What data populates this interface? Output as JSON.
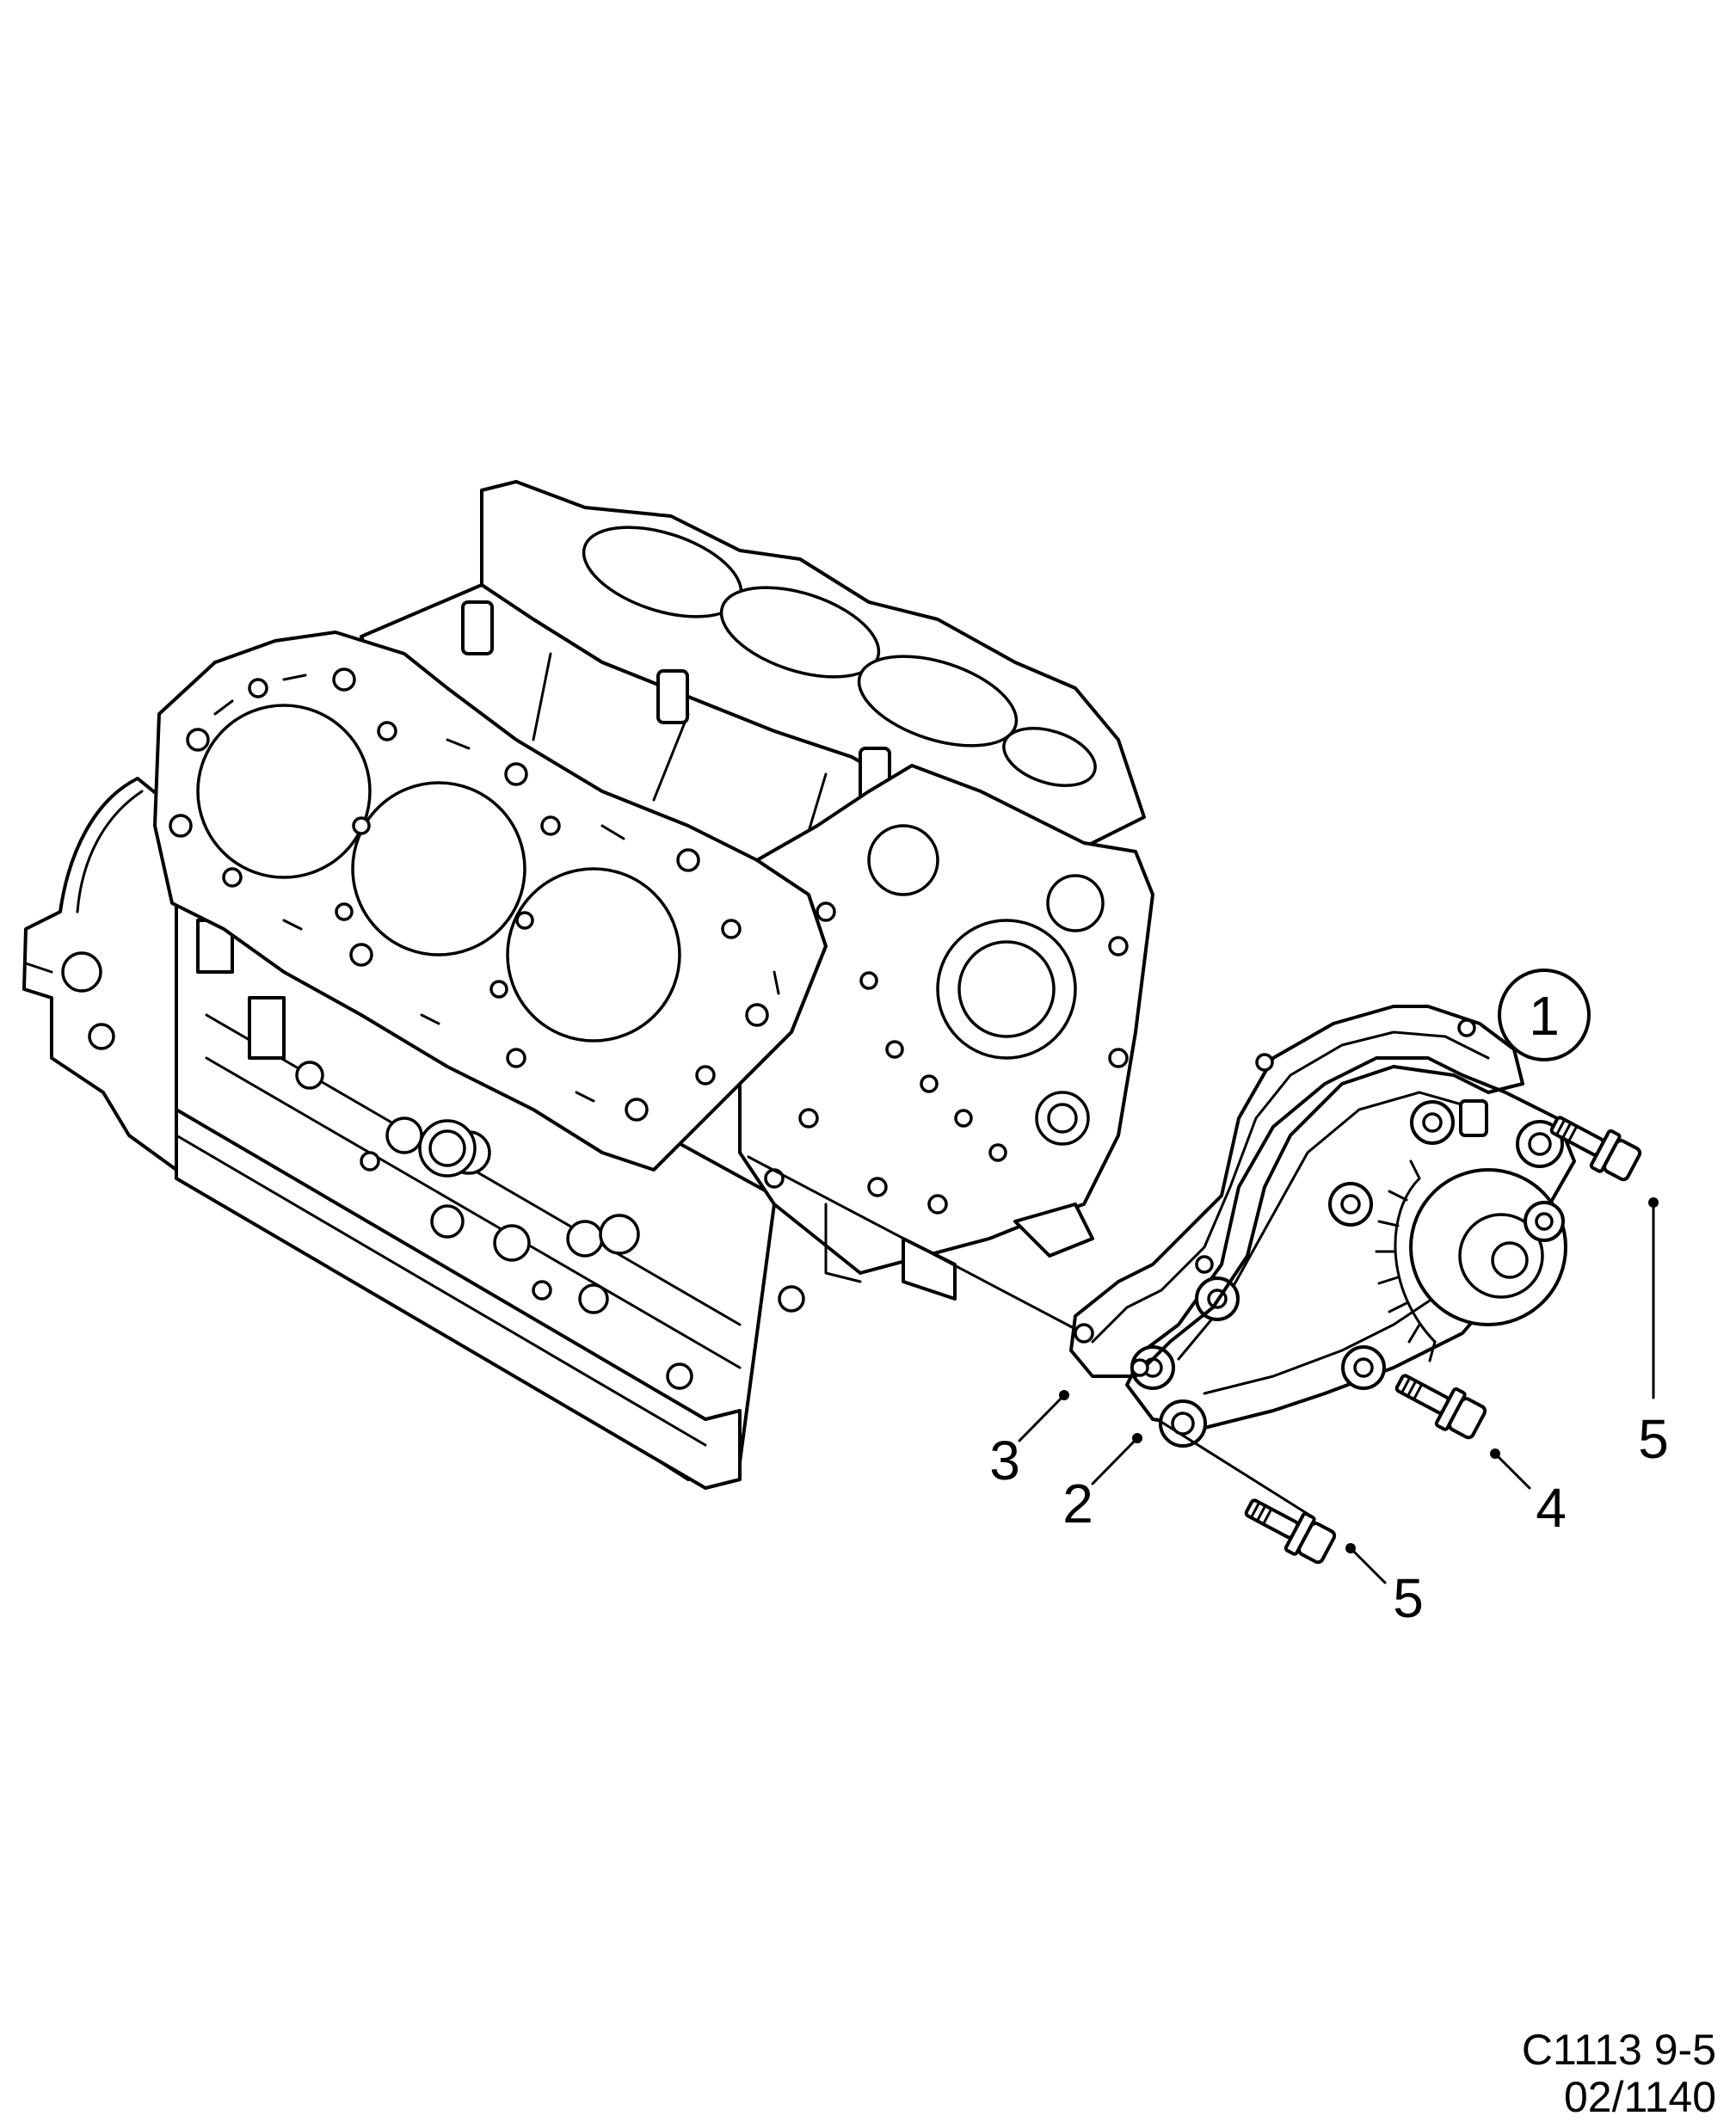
{
  "diagram": {
    "assembly_callout": "1",
    "parts": [
      {
        "id": "cylinder-block"
      },
      {
        "id": "water-pump"
      },
      {
        "id": "gasket"
      },
      {
        "id": "bolt-upper-right"
      },
      {
        "id": "bolt-middle"
      },
      {
        "id": "bolt-lower"
      }
    ],
    "callouts": {
      "c2": "2",
      "c3": "3",
      "c4": "4",
      "c5_lower": "5",
      "c5_right": "5"
    },
    "drawing_code": {
      "line1": "C1113 9-5",
      "line2": "02/1140"
    }
  }
}
